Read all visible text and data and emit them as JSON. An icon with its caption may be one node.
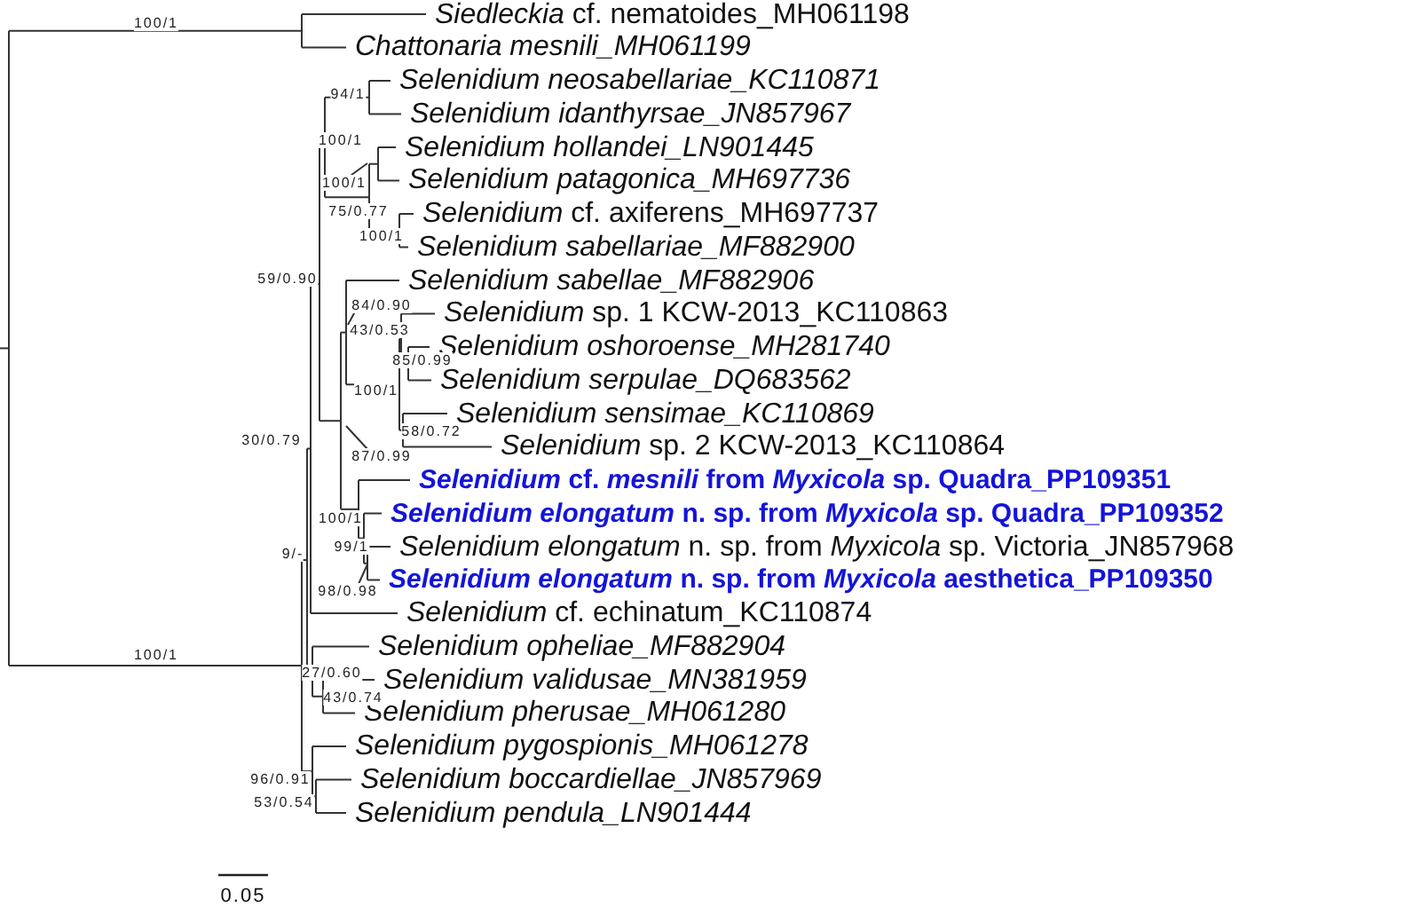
{
  "diagram": {
    "labels": [
      "*Siedleckia* cf. nematoides_MH061198",
      "100/1",
      "Chattonaria mesnili_MH061199",
      "Selenidium neosabellariae_KC110871",
      "94/1",
      "Selenidium idanthyrsae_JN857967",
      "100/1",
      "Selenidium hollandei_LN901445",
      "Selenidium patagonica_MH697736",
      "100/1",
      "75/0.77",
      "*Selenidium* cf. axiferens_MH697737",
      "100/1",
      "Selenidium sabellariae_MF882900",
      "59/0.90",
      "Selenidium sabellae_MF882906",
      "84/0.90",
      "*Selenidium* sp. 1 KCW-2013_KC110863",
      "43/0.53",
      "Selenidium oshoroense_MH281740",
      "85/0.99",
      "Selenidium serpulae_DQ683562",
      "100/1",
      "Selenidium sensimae_KC110869",
      "30/0.79",
      "58/0.72",
      "*Selenidium* sp. 2 KCW-2013_KC110864",
      "87/0.99",
      "*Selenidium* cf. *mesnili* from *Myxicola* sp. Quadra_PP109351",
      "100/1",
      "*Selenidium elongatum* n. sp. from *Myxicola* sp. Quadra_PP109352",
      "99/1",
      "*Selenidium elongatum* n. sp. from *Myxicola* sp. Victoria_JN857968",
      "9/-",
      "98/0.98",
      "*Selenidium elongatum* n. sp. from *Myxicola* aesthetica_PP109350",
      "*Selenidium* cf. echinatum_KC110874",
      "Selenidium opheliae_MF882904",
      "100/1",
      "27/0.60",
      "Selenidium validusae_MN381959",
      "43/0.74",
      "Selenidium pherusae_MH061280",
      "Selenidium pygospionis_MH061278",
      "96/0.91",
      "Selenidium boccardiellae_JN857969",
      "53/0.54",
      "Selenidium pendula_LN901444",
      "0.05"
    ]
  }
}
